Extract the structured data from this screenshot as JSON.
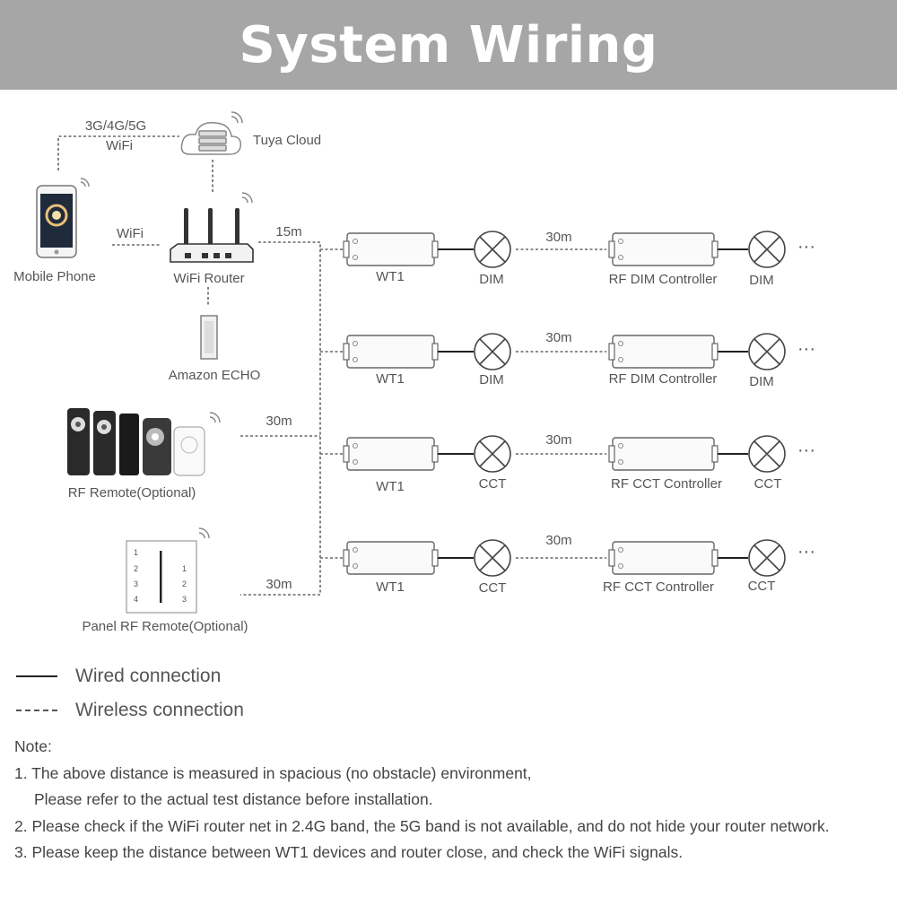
{
  "title": "System Wiring",
  "labels": {
    "network": "3G/4G/5G",
    "network_wifi": "WiFi",
    "tuya_cloud": "Tuya Cloud",
    "phone_wifi": "WiFi",
    "mobile_phone": "Mobile Phone",
    "wifi_router": "WiFi Router",
    "amazon_echo": "Amazon ECHO",
    "rf_remote": "RF Remote(Optional)",
    "panel_rf_remote": "Panel RF Remote(Optional)",
    "dist_router": "15m",
    "dist_rf_remote": "30m",
    "dist_panel": "30m"
  },
  "panel_numbers": {
    "left": [
      "1",
      "2",
      "3",
      "4"
    ],
    "right": [
      "1",
      "2",
      "3"
    ]
  },
  "rows": [
    {
      "device": "WT1",
      "load": "DIM",
      "distance": "30m",
      "controller": "RF DIM Controller",
      "load2": "DIM",
      "more": "···"
    },
    {
      "device": "WT1",
      "load": "DIM",
      "distance": "30m",
      "controller": "RF DIM Controller",
      "load2": "DIM",
      "more": "···"
    },
    {
      "device": "WT1",
      "load": "CCT",
      "distance": "30m",
      "controller": "RF CCT Controller",
      "load2": "CCT",
      "more": "···"
    },
    {
      "device": "WT1",
      "load": "CCT",
      "distance": "30m",
      "controller": "RF CCT Controller",
      "load2": "CCT",
      "more": "···"
    }
  ],
  "legend": {
    "wired": "Wired connection",
    "wireless": "Wireless connection"
  },
  "notes": {
    "heading": "Note:",
    "line1": "1. The above distance is measured in spacious (no obstacle) environment,",
    "line1b": "Please refer to the actual test distance before installation.",
    "line2": "2. Please check if the WiFi router net in 2.4G band, the 5G band is not available, and do not hide your router network.",
    "line3": "3. Please keep the distance between WT1 devices and router close, and check the WiFi signals."
  },
  "colors": {
    "header_bg": "#a6a6a6",
    "header_text": "#ffffff",
    "line": "#555555",
    "wired": "#222222"
  }
}
